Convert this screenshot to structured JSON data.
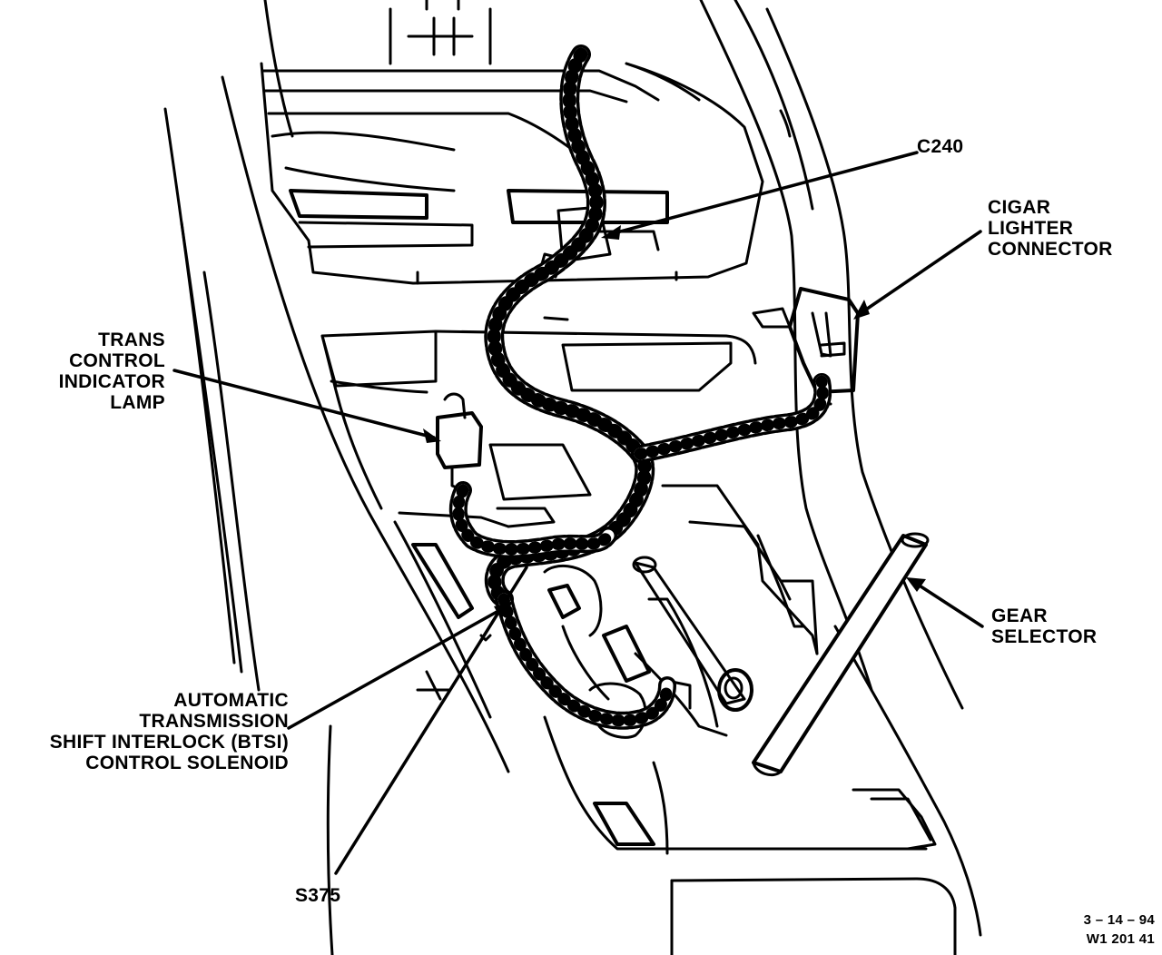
{
  "callouts": {
    "c240": "C240",
    "cigar_lighter": [
      "CIGAR",
      "LIGHTER",
      "CONNECTOR"
    ],
    "trans_control": [
      "TRANS",
      "CONTROL",
      "INDICATOR",
      "LAMP"
    ],
    "gear_selector": [
      "GEAR",
      "SELECTOR"
    ],
    "btsi": [
      "AUTOMATIC",
      "TRANSMISSION",
      "SHIFT INTERLOCK (BTSI)",
      "CONTROL SOLENOID"
    ],
    "s375": "S375"
  },
  "footer": {
    "date": "3 – 14 – 94",
    "code": "W1 201 41"
  },
  "colors": {
    "ink": "#000000",
    "paper": "#ffffff"
  }
}
